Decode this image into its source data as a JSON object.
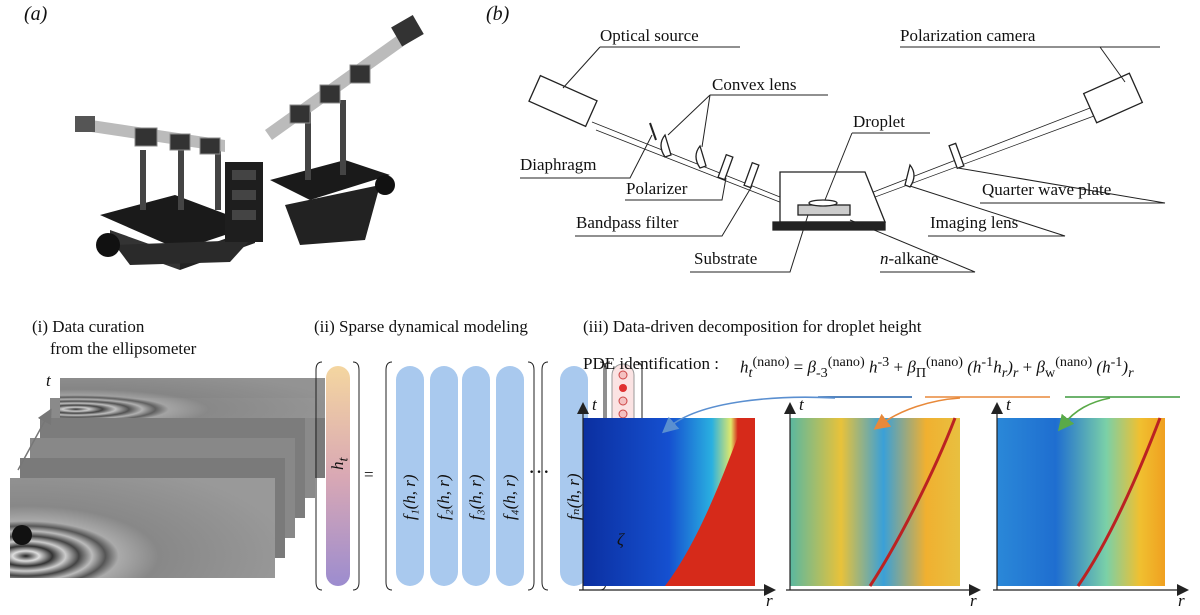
{
  "panel_a": {
    "label": "(a)"
  },
  "panel_b": {
    "label": "(b)",
    "components": {
      "optical_source": "Optical source",
      "convex_lens": "Convex lens",
      "polarization_camera": "Polarization camera",
      "droplet": "Droplet",
      "diaphragm": "Diaphragm",
      "polarizer": "Polarizer",
      "quarter_wave_plate": "Quarter wave plate",
      "bandpass_filter": "Bandpass filter",
      "imaging_lens": "Imaging lens",
      "substrate": "Substrate",
      "n_alkane_italic": "n",
      "n_alkane_rest": "-alkane"
    }
  },
  "step_i": {
    "line1": "(i) Data curation",
    "line2": "from the ellipsometer",
    "t": "t"
  },
  "step_ii": {
    "title": "(ii) Sparse dynamical modeling",
    "ht": "h",
    "ht_sub": "t",
    "equals": "=",
    "f1": "f₁(h, r)",
    "f2": "f₂(h, r)",
    "f3": "f₃(h, r)",
    "f4": "f₄(h, r)",
    "dots": "···",
    "fn": "fₙ(h, r)",
    "zeta": "ζ"
  },
  "step_iii": {
    "title": "(iii) Data-driven decomposition for droplet height",
    "pde_label": "PDE identification :",
    "eq_lhs": "h",
    "eq_lhs_sub": "t",
    "eq_lhs_sup": "(nano)",
    "eq_eq": "=",
    "term1_coef": "β",
    "term1_sub": "-3",
    "term1_sup": "(nano)",
    "term1_h": "h",
    "term1_pow": "-3",
    "plus": "+",
    "term2_coef": "β",
    "term2_sub": "Π",
    "term2_sup": "(nano)",
    "term2_expr": "(h",
    "term2_pow": "-1",
    "term2_hr": "h",
    "term2_r": "r",
    "term2_close": ")",
    "term2_outer_sub": "r",
    "term3_coef": "β",
    "term3_sub": "w",
    "term3_sup": "(nano)",
    "term3_expr": "(h",
    "term3_pow": "-1",
    "term3_close": ")",
    "term3_outer_sub": "r",
    "axis_t": "t",
    "axis_r": "r"
  },
  "colors": {
    "term1_underline": "#1f5fa8",
    "term2_underline": "#e8893a",
    "term3_underline": "#3e9a3e",
    "basis_column": "#a9c9ee",
    "ht_column_top": "#f4d6a0",
    "ht_column_bottom": "#9c8ccf",
    "zeta_dot_active": "#e03030",
    "zeta_dot_idle": "#f4c0c0"
  }
}
